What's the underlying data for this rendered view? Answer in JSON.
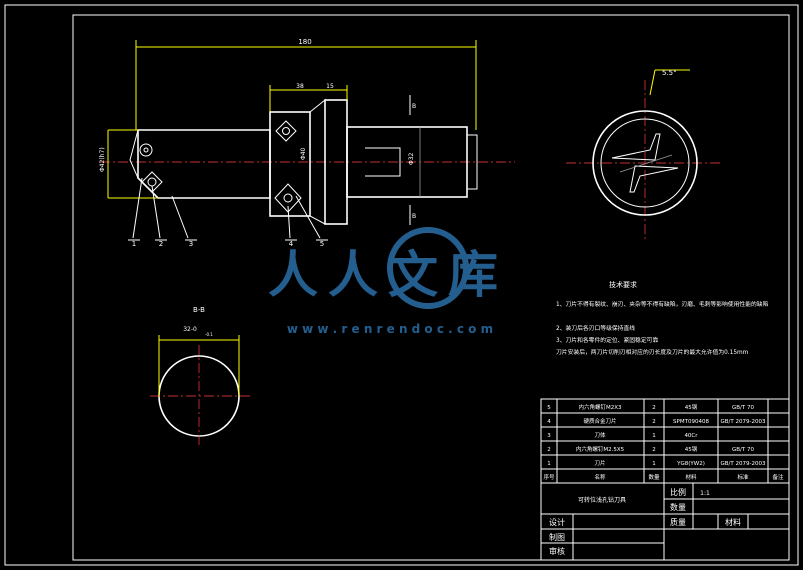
{
  "main_view": {
    "dim_total": "180",
    "dim_mid": "38",
    "dim_side": "15",
    "dim_dia_left": "Φ42(h7)",
    "dim_dia_shank": "Φ32",
    "dim_dia_right": "Φ40",
    "section_mark_top": "B",
    "section_mark_bottom": "B",
    "balloons": [
      "1",
      "2",
      "3",
      "4",
      "5"
    ]
  },
  "end_view": {
    "angle_label": "5.5°"
  },
  "section_view": {
    "title": "B-B",
    "dim_label": "32-0",
    "dim_sub": "-0.1"
  },
  "tech_req": {
    "title": "技术要求",
    "items": [
      "1、刀片不得有裂纹、崩刃、夹杂等不得有缺陷，刃磨、毛刺等影响使用性能的缺陷",
      "2、装刀后各刃口等级保持直线",
      "3、刀片和各零件的定位、紧固稳定可靠",
      "刀片安装后，两刀片切削刃相对应的刃长度及刀片的最大允许值为0.15mm"
    ]
  },
  "parts_table": {
    "rows": [
      {
        "no": "5",
        "name": "内六角螺钉M2X3",
        "qty": "2",
        "material": "45钢",
        "std": "GB/T 70"
      },
      {
        "no": "4",
        "name": "硬质合金刀片",
        "qty": "2",
        "material": "SPMT090408",
        "std": "GB/T 2079-2003"
      },
      {
        "no": "3",
        "name": "刀体",
        "qty": "1",
        "material": "40Cr",
        "std": ""
      },
      {
        "no": "2",
        "name": "内六角螺钉M2.5X5",
        "qty": "2",
        "material": "45钢",
        "std": "GB/T 70"
      },
      {
        "no": "1",
        "name": "刀片",
        "qty": "1",
        "material": "YG8(YW2)",
        "std": "GB/T 2079-2003"
      }
    ],
    "header": {
      "no": "序号",
      "name": "名称",
      "qty": "数量",
      "material": "材料",
      "std": "标准",
      "remark": "备注"
    }
  },
  "title_block": {
    "drawing_name": "可转位浅孔钻刀具",
    "scale_label": "比例",
    "scale_value": "1:1",
    "qty_label": "数量",
    "weight_label": "质量",
    "material_label": "材料",
    "design_label": "设计",
    "draw_label": "制图",
    "review_label": "审核"
  },
  "watermark": {
    "brand": "人人文库",
    "url": "w w w . r e n r e n d o c . c o m"
  },
  "colors": {
    "background": "#000000",
    "lines": "#ffffff",
    "dimension": "#ffff00",
    "centerline": "#ff4040",
    "watermark": "#2a6fa8"
  }
}
